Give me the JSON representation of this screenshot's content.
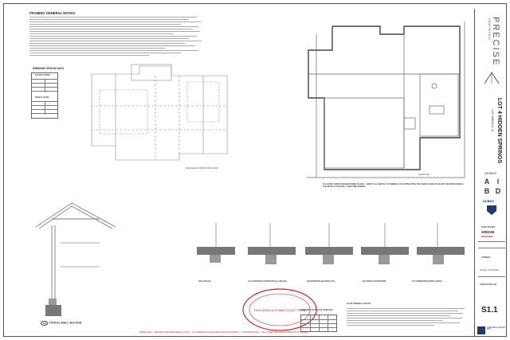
{
  "framing_notes": {
    "title": "FRAMING GENERAL NOTES:"
  },
  "design_data": {
    "title": "MINIMUM DESIGN DATA",
    "floor_loads": "FLOOR LOADS",
    "roof_loads": "ROOF LOADS"
  },
  "plans": {
    "main_structural": "MAIN LEVEL STRUCTURAL PLAN",
    "slab": "SLAB PLAN",
    "slab_note": "TO AVOID CONFUSION BETWEEN PLANS - VERIFY ALL DRAIN / PLUMBING LOCATIONS WITH THE MAIN FLOOR PLAN ANY DISCREPANCIES... THE MAIN FLOOR WILL TAKE PRECEDENT"
  },
  "sections": {
    "typical_wall": "TYPICAL WALL SECTION",
    "typical_wall_tag": "AA",
    "details": [
      {
        "tag": "BB",
        "label": "GARAGE"
      },
      {
        "tag": "CC",
        "label": "EXTERIOR STEPDOWN @ GARAGE"
      },
      {
        "tag": "DD",
        "label": "INTERIOR BEARING FTG"
      },
      {
        "tag": "EE",
        "label": "PORCH STEPDOWN"
      },
      {
        "tag": "FF",
        "label": "TURNDOWN PORCH EDGE"
      }
    ]
  },
  "tables": {
    "tension_lap": "TENSION LAP SPLICE LENGTHS",
    "slab_notes": "SLAB GENERAL NOTES:"
  },
  "stamp_text": "THIS DESIGN STAMP IS NOT REAL",
  "footer_note": "PAPER SIZE ... DRAWING ARE DESIGNED @ 24x36 ... ALL LABELED SCALES ARE FOR 24x36 SHEETS ... FOR PAPER SIZE ... ALL OTHER SIZE SHEETS ARE NOT TO SCALE",
  "title_block": {
    "brand": "PRECISE",
    "brand_sub": "HOME DESIGNS",
    "project": "LOT 4 HIDDEN SPRINGS",
    "location": "COLUMBIANA, AL",
    "member": "MEMBER",
    "aibd": [
      "A",
      "I",
      "B",
      "D"
    ],
    "nc": "NCBDC",
    "date_label": "DATE ISSUED:",
    "date": "2/8/2026",
    "revisions": "REVISIONS",
    "codes": "CODE(S):",
    "scale": "SCALE - AS NOTED",
    "sheet_title": "STRUCTURAL(S)",
    "sheet_number": "S1.1"
  },
  "mls": {
    "name": "GREATER ALABAMA MLS"
  },
  "colors": {
    "red": "#c0262d",
    "navy": "#1d3b6b"
  }
}
